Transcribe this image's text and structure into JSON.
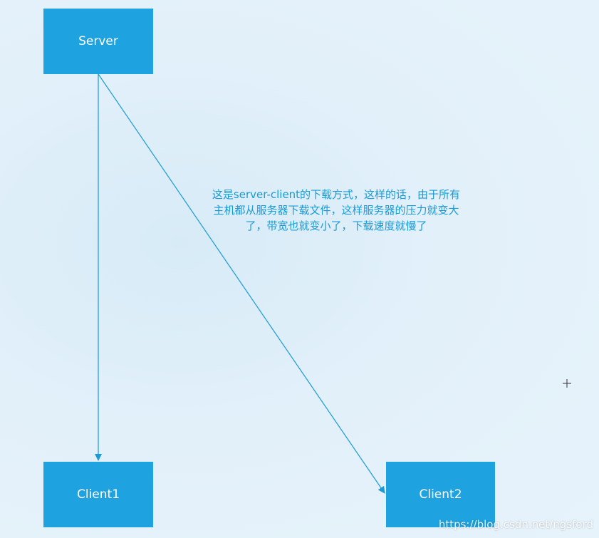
{
  "nodes": {
    "server": "Server",
    "client1": "Client1",
    "client2": "Client2"
  },
  "annotation": "这是server-client的下载方式，这样的话，由于所有主机都从服务器下载文件，这样服务器的压力就变大了，带宽也就变小了，下载速度就慢了",
  "watermark": "https://blog.csdn.net/ngsford",
  "colors": {
    "node_fill": "#1ea3e0",
    "edge": "#1a9ad6",
    "annotation_text": "#1a9ad6"
  }
}
